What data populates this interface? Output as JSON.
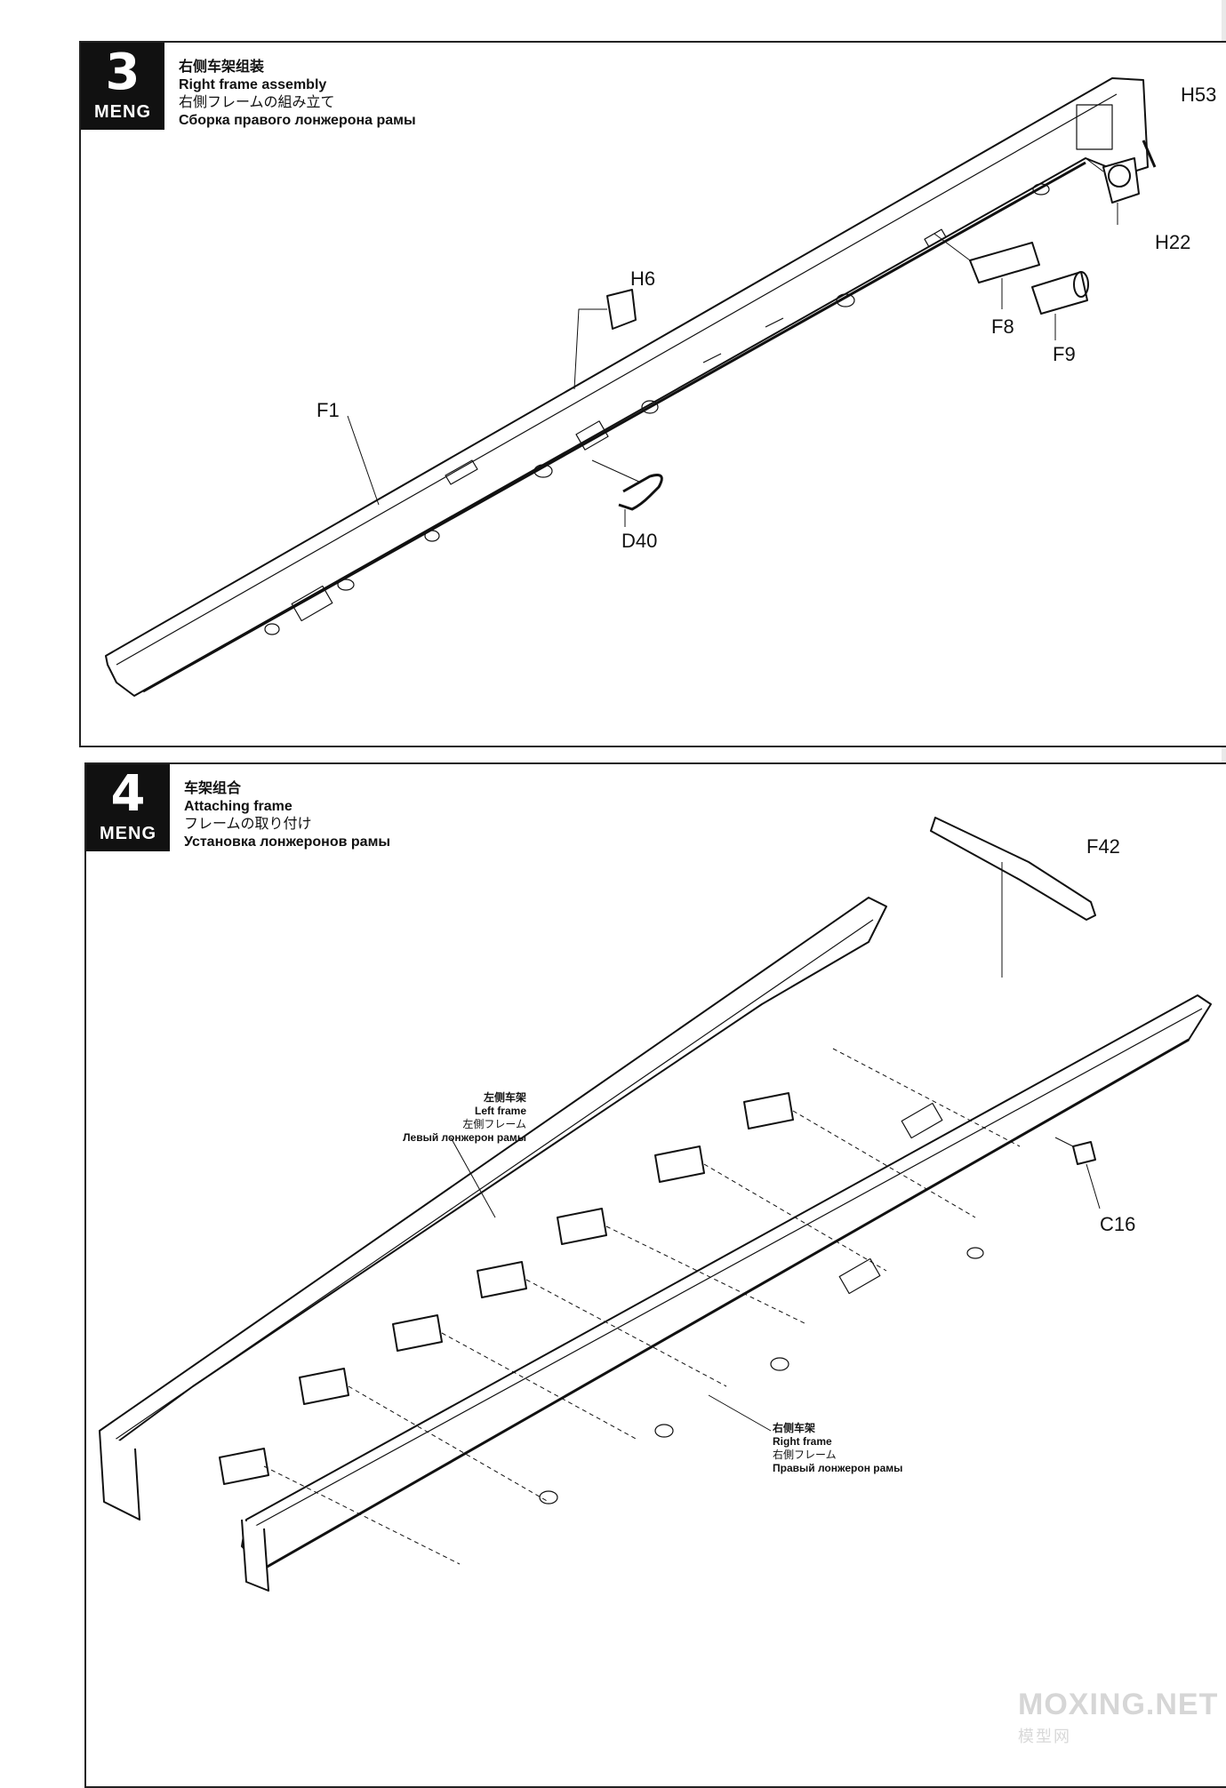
{
  "step3": {
    "number": "3",
    "brand": "MENG",
    "title_cn": "右侧车架组装",
    "title_en": "Right frame assembly",
    "title_jp": "右側フレームの組み立て",
    "title_ru": "Сборка правого лонжерона рамы",
    "parts": {
      "h53": "H53",
      "h22": "H22",
      "h6": "H6",
      "f8": "F8",
      "f9": "F9",
      "f1": "F1",
      "d40": "D40"
    }
  },
  "step4": {
    "number": "4",
    "brand": "MENG",
    "title_cn": "车架组合",
    "title_en": "Attaching frame",
    "title_jp": "フレームの取り付け",
    "title_ru": "Установка лонжеронов рамы",
    "parts": {
      "f42": "F42",
      "c16": "C16"
    },
    "left_frame": {
      "cn": "左侧车架",
      "en": "Left frame",
      "jp": "左側フレーム",
      "ru": "Левый лонжерон рамы"
    },
    "right_frame": {
      "cn": "右侧车架",
      "en": "Right frame",
      "jp": "右側フレーム",
      "ru": "Правый лонжерон рамы"
    }
  },
  "watermark": {
    "main": "MOXING.NET",
    "sub": "模型网"
  }
}
